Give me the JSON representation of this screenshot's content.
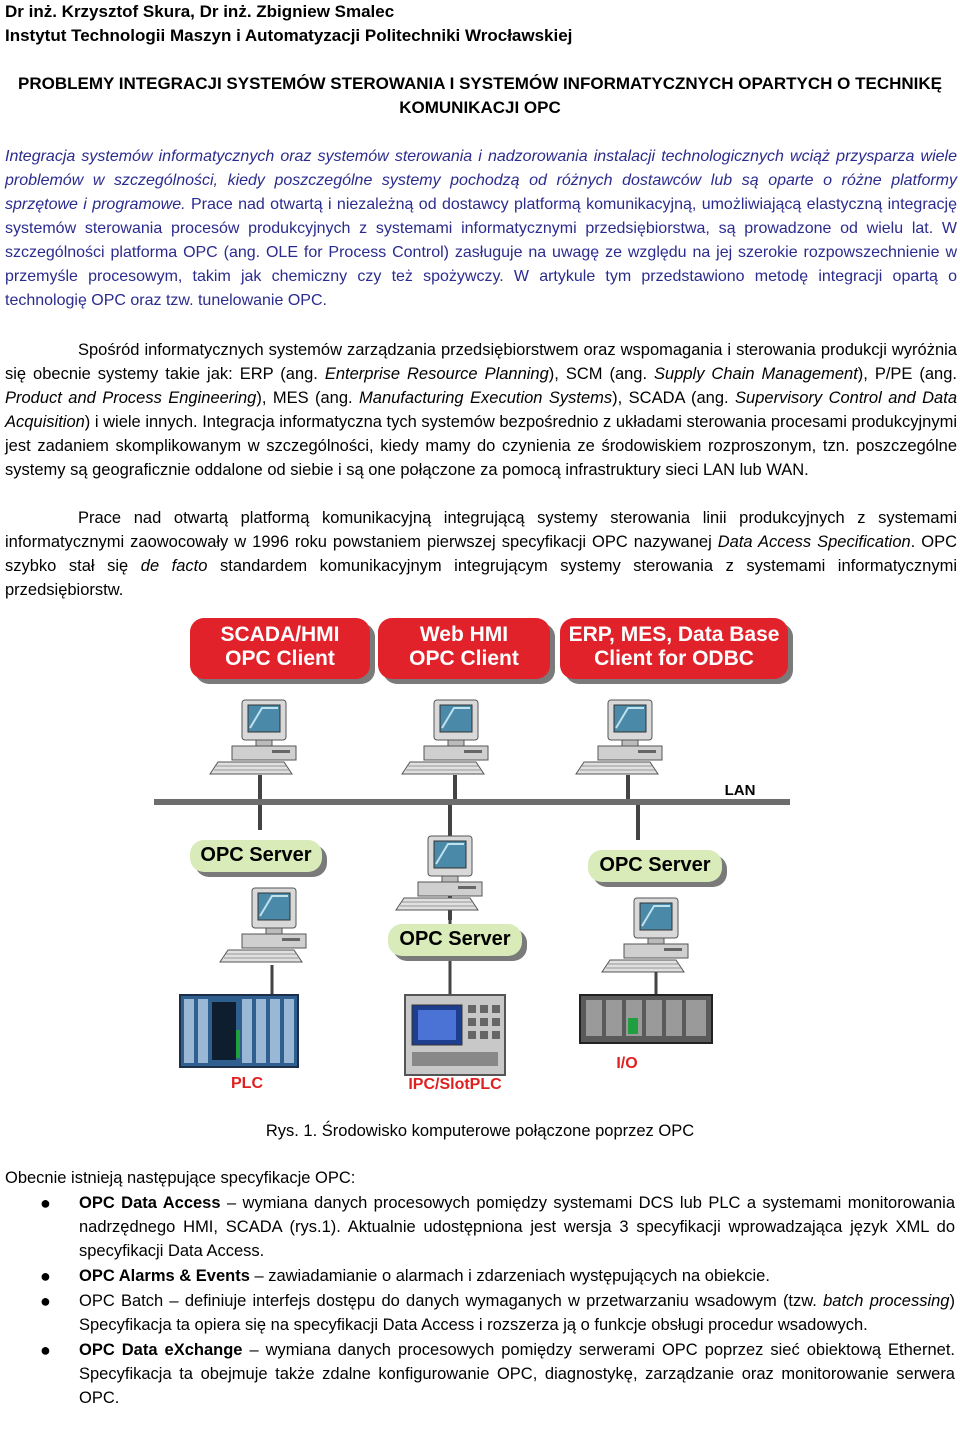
{
  "header": {
    "authors": "Dr inż. Krzysztof Skura, Dr inż. Zbigniew Smalec",
    "institute": "Instytut Technologii Maszyn i Automatyzacji Politechniki Wrocławskiej"
  },
  "title": "PROBLEMY INTEGRACJI SYSTEMÓW STEROWANIA I SYSTEMÓW INFORMATYCZNYCH OPARTYCH O TECHNIKĘ KOMUNIKACJI OPC",
  "abstract": {
    "italic_part": "Integracja systemów informatycznych oraz systemów sterowania i nadzorowania instalacji technologicznych wciąż przysparza wiele problemów w szczególności, kiedy poszczególne systemy pochodzą od różnych dostawców lub są oparte o różne platformy sprzętowe i programowe.",
    "normal_part": " Prace nad otwartą i niezależną od dostawcy platformą komunikacyjną, umożliwiającą elastyczną integrację systemów sterowania procesów produkcyjnych z systemami informatycznymi przedsiębiorstwa, są prowadzone od wielu lat. W szczególności platforma OPC (ang. OLE for Process Control) zasługuje na uwagę ze względu na jej szerokie rozpowszechnienie w przemyśle procesowym, takim jak chemiczny czy też spożywczy. W artykule tym przedstawiono metodę integracji opartą o technologię OPC oraz tzw. tunelowanie OPC."
  },
  "paragraph1": {
    "t1": "Spośród informatycznych systemów zarządzania przedsiębiorstwem oraz wspomagania i sterowania produkcji wyróżnia się obecnie systemy takie jak: ERP (ang. ",
    "i1": "Enterprise Resource Planning",
    "t2": "), SCM (ang. ",
    "i2": "Supply Chain Management",
    "t3": "), P/PE (ang. ",
    "i3": "Product and Process Engineering",
    "t4": "), MES (ang. ",
    "i4": "Manufacturing Execution Systems",
    "t5": "), SCADA (ang. ",
    "i5": "Supervisory Control and Data Acquisition",
    "t6": ") i wiele innych. Integracja informatyczna tych systemów bezpośrednio z układami sterowania procesami produkcyjnymi jest zadaniem skomplikowanym w szczególności, kiedy mamy do czynienia ze środowiskiem rozproszonym, tzn. poszczególne systemy są geograficznie oddalone od siebie i są one połączone za pomocą infrastruktury sieci LAN lub WAN."
  },
  "paragraph2": {
    "t1": "Prace nad otwartą platformą komunikacyjną integrującą systemy sterowania linii produkcyjnych z systemami informatycznymi zaowocowały w 1996 roku powstaniem pierwszej specyfikacji OPC nazywanej ",
    "i1": "Data Access Specification",
    "t2": ". OPC szybko stał się ",
    "i2": "de facto",
    "t3": " standardem komunikacyjnym integrującym systemy sterowania z systemami informatycznymi przedsiębiorstw."
  },
  "figure": {
    "clients": [
      {
        "line1": "SCADA/HMI",
        "line2": "OPC Client"
      },
      {
        "line1": "Web HMI",
        "line2": "OPC Client"
      },
      {
        "line1": "ERP, MES, Data Base",
        "line2": "Client for ODBC"
      }
    ],
    "lan_label": "LAN",
    "servers": [
      "OPC Server",
      "OPC Server",
      "OPC Server"
    ],
    "devices": [
      "PLC",
      "IPC/SlotPLC",
      "I/O"
    ],
    "caption": "Rys. 1. Środowisko komputerowe połączone poprzez OPC",
    "colors": {
      "client_box": "#e2222b",
      "server_box": "#d8ebb8",
      "device_label": "#e02020"
    }
  },
  "specs": {
    "intro": "Obecnie istnieją następujące specyfikacje OPC:",
    "items": [
      {
        "name": "OPC Data Access",
        "text": " – wymiana danych procesowych pomiędzy systemami DCS lub PLC a systemami monitorowania nadrzędnego HMI, SCADA (rys.1). Aktualnie udostępniona jest wersja 3 specyfikacji wprowadzająca język XML do specyfikacji Data Access."
      },
      {
        "name": "OPC Alarms & Events",
        "text": " – zawiadamianie o alarmach i zdarzeniach występujących na obiekcie."
      },
      {
        "name": "OPC Batch",
        "text": " – definiuje interfejs dostępu do danych wymaganych w przetwarzaniu wsadowym (tzw. ",
        "italic": "batch processing",
        "text2": ") Specyfikacja ta opiera się na specyfikacji Data Access i rozszerza ją o funkcje obsługi procedur wsadowych."
      },
      {
        "name": "OPC Data eXchange",
        "text": " – wymiana danych procesowych pomiędzy serwerami OPC poprzez sieć obiektową Ethernet. Specyfikacja ta obejmuje także zdalne konfigurowanie OPC, diagnostykę, zarządzanie oraz monitorowanie serwera OPC."
      }
    ]
  }
}
